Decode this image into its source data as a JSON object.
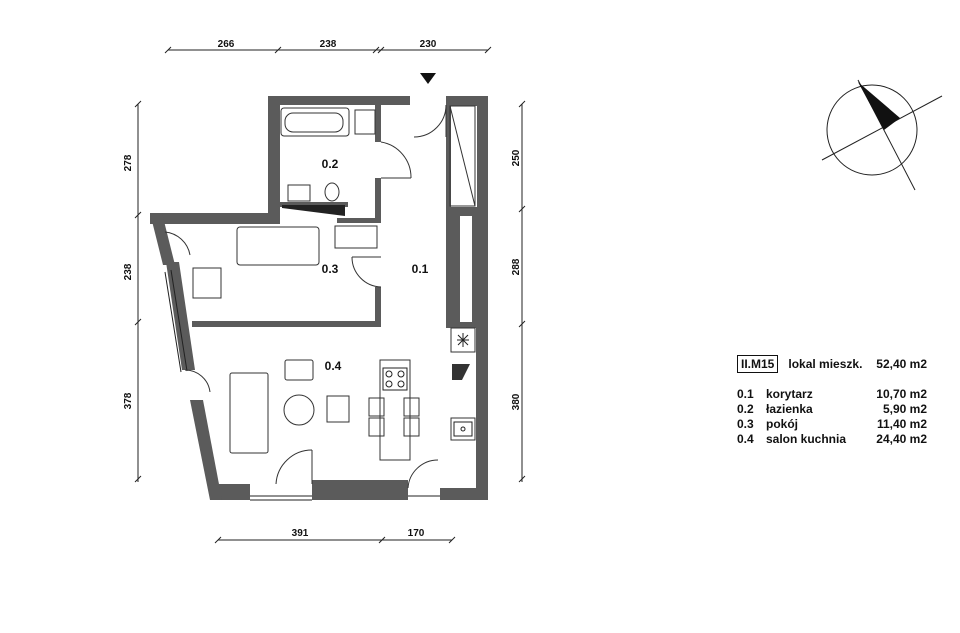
{
  "dimensions": {
    "top": [
      "266",
      "238",
      "230"
    ],
    "bottom": [
      "391",
      "170"
    ],
    "left": [
      "278",
      "238",
      "378"
    ],
    "right": [
      "250",
      "288",
      "380"
    ]
  },
  "room_labels": {
    "corridor": "0.1",
    "bathroom": "0.2",
    "room": "0.3",
    "living_kitchen": "0.4"
  },
  "legend": {
    "unit_code": "II.M15",
    "unit_label": "lokal mieszk.",
    "unit_area": "52,40 m2",
    "rooms": [
      {
        "num": "0.1",
        "name": "korytarz",
        "area": "10,70 m2"
      },
      {
        "num": "0.2",
        "name": "łazienka",
        "area": "5,90 m2"
      },
      {
        "num": "0.3",
        "name": "pokój",
        "area": "11,40 m2"
      },
      {
        "num": "0.4",
        "name": "salon kuchnia",
        "area": "24,40 m2"
      }
    ]
  },
  "icons": {
    "entrance": "entrance-arrow-icon",
    "north": "north-arrow-icon",
    "hob": "hob-icon",
    "sink": "sink-icon",
    "fridge": "fridge-icon"
  },
  "colors": {
    "wall": "#5b5b5b",
    "line": "#222222",
    "background": "#ffffff"
  }
}
